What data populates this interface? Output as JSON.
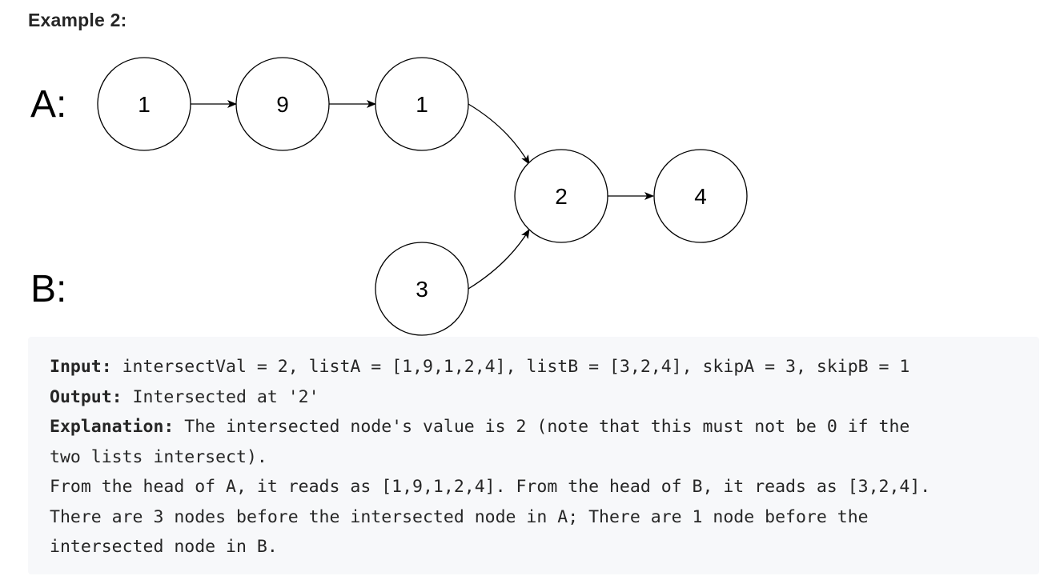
{
  "example": {
    "title": "Example 2:"
  },
  "diagram": {
    "list_labels": {
      "a": "A:",
      "b": "B:"
    },
    "nodes": {
      "a1": "1",
      "a2": "9",
      "a3": "1",
      "shared1": "2",
      "shared2": "4",
      "b1": "3"
    },
    "edges": [
      {
        "from": "a1",
        "to": "a2"
      },
      {
        "from": "a2",
        "to": "a3"
      },
      {
        "from": "a3",
        "to": "shared1"
      },
      {
        "from": "b1",
        "to": "shared1"
      },
      {
        "from": "shared1",
        "to": "shared2"
      }
    ]
  },
  "code_block": {
    "input_key": "Input:",
    "input_value": " intersectVal = 2, listA = [1,9,1,2,4], listB = [3,2,4], skipA = 3, skipB = 1",
    "output_key": "Output:",
    "output_value": " Intersected at '2'",
    "explanation_key": "Explanation:",
    "explanation_line1": " The intersected node's value is 2 (note that this must not be 0 if the",
    "explanation_line2": "two lists intersect).",
    "explanation_line3": "From the head of A, it reads as [1,9,1,2,4]. From the head of B, it reads as [3,2,4].",
    "explanation_line4": "There are 3 nodes before the intersected node in A; There are 1 node before the",
    "explanation_line5": "intersected node in B."
  }
}
